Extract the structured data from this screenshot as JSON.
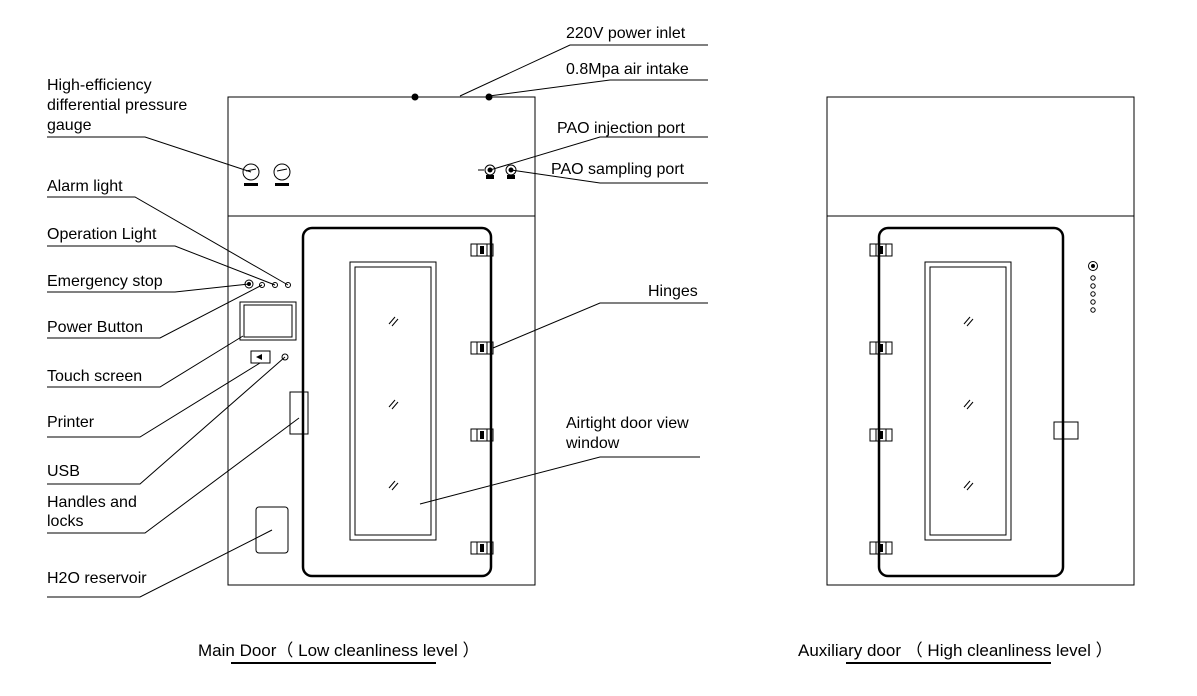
{
  "labels": {
    "power_inlet": "220V power inlet",
    "air_intake": "0.8Mpa air intake",
    "pressure_gauge_1": "High-efficiency",
    "pressure_gauge_2": "differential pressure",
    "pressure_gauge_3": "gauge",
    "pao_injection": "PAO injection port",
    "pao_sampling": "PAO sampling port",
    "alarm_light": "Alarm light",
    "operation_light": "Operation Light",
    "emergency_stop": "Emergency stop",
    "power_button": "Power Button",
    "touch_screen": "Touch screen",
    "printer": "Printer",
    "usb": "USB",
    "handles_1": "Handles and",
    "handles_2": "locks",
    "h2o_reservoir": "H2O reservoir",
    "hinges": "Hinges",
    "view_window_1": "Airtight door view",
    "view_window_2": "window"
  },
  "captions": {
    "main_door": "Main Door（ Low cleanliness level ）",
    "aux_door": "Auxiliary door （ High cleanliness level ）"
  }
}
